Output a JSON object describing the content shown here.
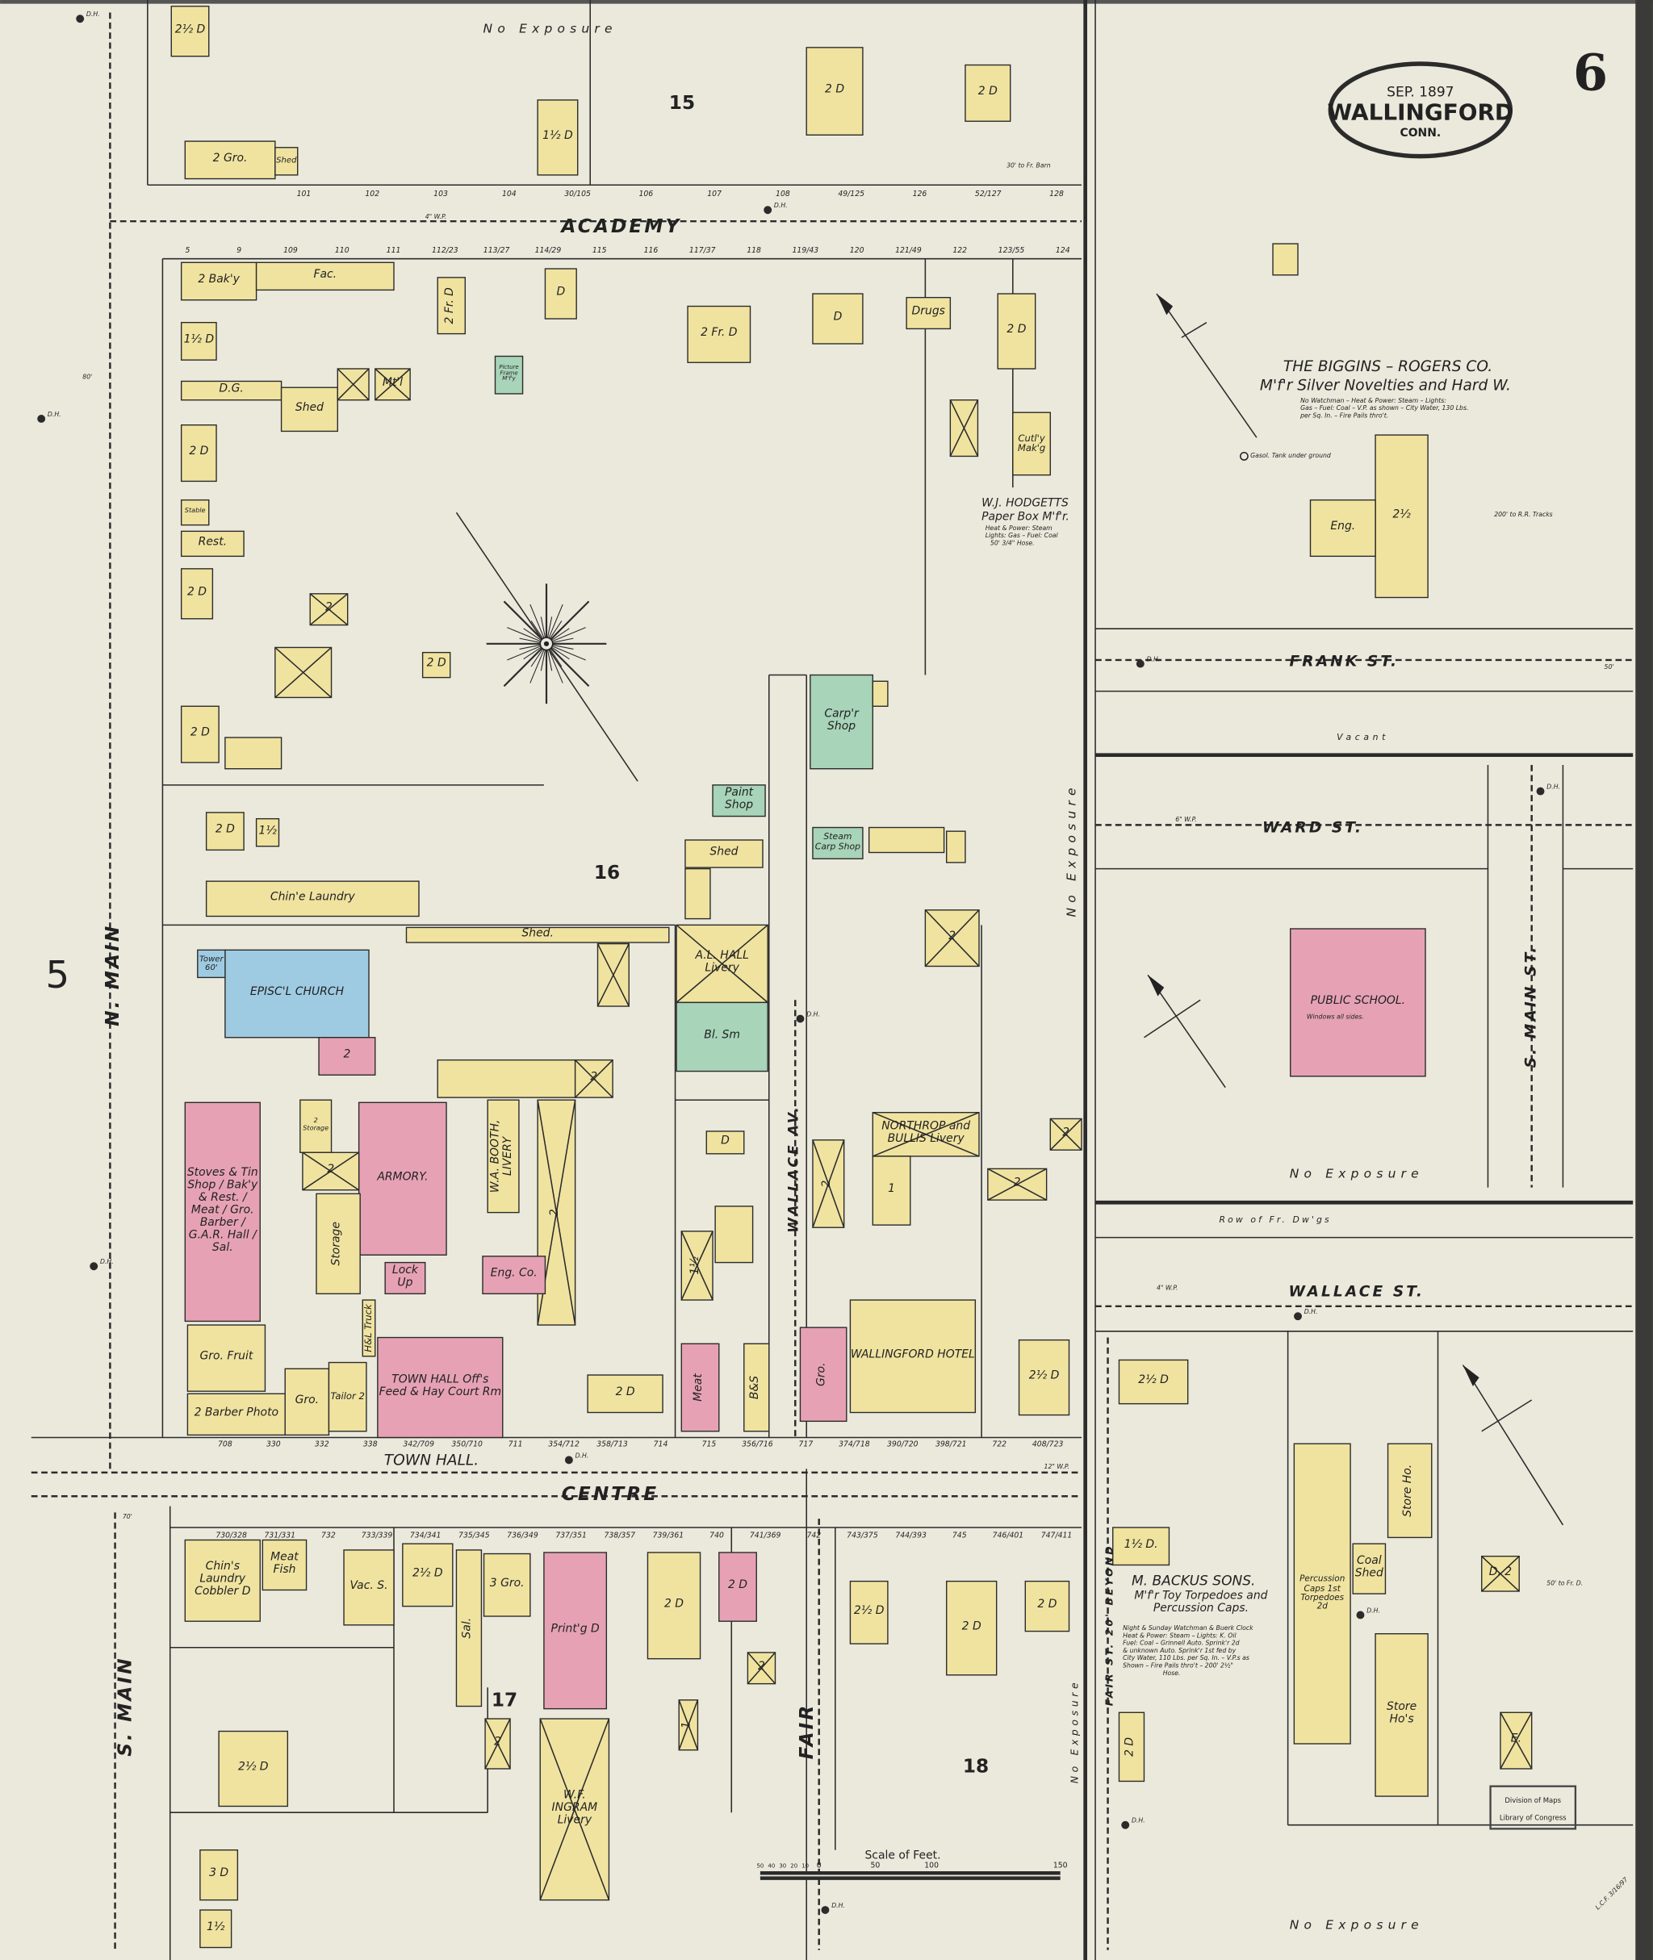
{
  "sheet": {
    "date": "SEP. 1897",
    "town": "WALLINGFORD",
    "state": "CONN.",
    "page_number": "6",
    "adjoining_page": "5"
  },
  "colors": {
    "paper": "#ebe9dc",
    "frame": "#f0e3a0",
    "brick": "#e6a2b4",
    "stone": "#9fcbe2",
    "special": "#a8d4b9",
    "ink": "#2b2b2b"
  },
  "streets": {
    "academy": "ACADEMY",
    "n_main": "N. MAIN",
    "s_main": "S. MAIN",
    "centre": "CENTRE",
    "fair": "FAIR",
    "wallace_av": "WALLACE AV.",
    "frank": "FRANK ST.",
    "ward": "WARD ST.",
    "wallace_st": "WALLACE ST.",
    "s_main_st": "S. MAIN ST.",
    "fair_st": "FAIR ST. 20' BEYOND",
    "town_hall": "TOWN HALL."
  },
  "blocks": [
    "15",
    "16",
    "17",
    "18"
  ],
  "notes": {
    "no_exposure": "No Exposure",
    "vacant": "Vacant",
    "row_dwellings": "Row of Fr. Dw'gs",
    "rr_tracks": "200' to R.R. Tracks",
    "public_school_note": "Windows all sides.",
    "gasol_tank": "Gasol. Tank under ground",
    "dh": "D.H.",
    "water_pipe_6": "6\" W.P.",
    "water_pipe_4": "4\" W.P.",
    "water_pipe_12": "12\" W.P.",
    "width_50": "50'",
    "width_70": "70'",
    "width_80": "80'",
    "fr_barn": "30' to Fr. Barn",
    "fr_d": "50' to Fr. D."
  },
  "firms": {
    "biggins": {
      "name": "THE BIGGINS – ROGERS CO.",
      "business": "M'f'r Silver Novelties and Hard W.",
      "details": [
        "No Watchman – Heat & Power: Steam – Lights:",
        "Gas – Fuel: Coal – V.P. as shown – City Water, 130 Lbs.",
        "per Sq. In. – Fire Pails thro't."
      ]
    },
    "hodgetts": {
      "name": "W.J. HODGETTS",
      "business": "Paper Box M'f'r.",
      "details": [
        "Heat & Power: Steam",
        "Lights: Gas – Fuel: Coal",
        "50' 3/4\" Hose."
      ]
    },
    "backus": {
      "name": "M. BACKUS SONS.",
      "business": "M'f'r Toy Torpedoes and Percussion Caps.",
      "details": [
        "Night & Sunday Watchman & Buerk Clock",
        "Heat & Power: Steam – Lights: K. Oil",
        "Fuel: Coal – Grinnell Auto. Sprink'r 2d",
        "& unknown Auto. Sprink'r 1st fed by",
        "City Water, 110 Lbs. per Sq. In. – V.P.s as",
        "Shown – Fire Pails thro't – 200' 2½\"",
        "Hose."
      ]
    }
  },
  "buildings": [
    {
      "label": "2½ D",
      "material": "frame"
    },
    {
      "label": "2 Gro.",
      "material": "frame"
    },
    {
      "label": "Shed",
      "material": "frame"
    },
    {
      "label": "1½ D",
      "material": "frame"
    },
    {
      "label": "2 D",
      "material": "frame"
    },
    {
      "label": "2 D",
      "material": "frame"
    },
    {
      "label": "2 Bak'y",
      "material": "frame"
    },
    {
      "label": "Fac.",
      "material": "frame"
    },
    {
      "label": "2 Fr. D",
      "material": "frame"
    },
    {
      "label": "D",
      "material": "frame"
    },
    {
      "label": "2 Fr. D",
      "material": "frame"
    },
    {
      "label": "D",
      "material": "frame"
    },
    {
      "label": "Drugs",
      "material": "frame"
    },
    {
      "label": "2 D",
      "material": "frame"
    },
    {
      "label": "1½ D",
      "material": "frame"
    },
    {
      "label": "D.G.",
      "material": "frame"
    },
    {
      "label": "Shed",
      "material": "frame"
    },
    {
      "label": "",
      "material": "frame"
    },
    {
      "label": "Mt'l",
      "material": "frame"
    },
    {
      "label": "Picture Frame M'f'y",
      "material": "special"
    },
    {
      "label": "2 D",
      "material": "frame"
    },
    {
      "label": "Stable",
      "material": "frame"
    },
    {
      "label": "Rest.",
      "material": "frame"
    },
    {
      "label": "2 D",
      "material": "frame"
    },
    {
      "label": "2",
      "material": "frame"
    },
    {
      "label": "",
      "material": "frame"
    },
    {
      "label": "2 D",
      "material": "frame"
    },
    {
      "label": "2 D",
      "material": "frame"
    },
    {
      "label": "",
      "material": "frame"
    },
    {
      "label": "",
      "material": "frame"
    },
    {
      "label": "Cutl'y Mak'g",
      "material": "frame"
    },
    {
      "label": "2 D",
      "material": "frame"
    },
    {
      "label": "1½",
      "material": "frame"
    },
    {
      "label": "Chin'e Laundry",
      "material": "frame"
    },
    {
      "label": "Carp'r Shop",
      "material": "special"
    },
    {
      "label": "",
      "material": "frame"
    },
    {
      "label": "Paint Shop",
      "material": "special"
    },
    {
      "label": "Shed",
      "material": "frame"
    },
    {
      "label": "",
      "material": "frame"
    },
    {
      "label": "Steam Carp Shop",
      "material": "special"
    },
    {
      "label": "",
      "material": "frame"
    },
    {
      "label": "",
      "material": "frame"
    },
    {
      "label": "2",
      "material": "frame"
    },
    {
      "label": "Shed.",
      "material": "frame"
    },
    {
      "label": "",
      "material": "frame"
    },
    {
      "label": "A.L. HALL Livery",
      "material": "frame"
    },
    {
      "label": "Bl. Sm",
      "material": "special"
    },
    {
      "label": "EPISC'L CHURCH",
      "material": "stone"
    },
    {
      "label": "Tower 60'",
      "material": "stone"
    },
    {
      "label": "2",
      "material": "brick"
    },
    {
      "label": "",
      "material": "frame"
    },
    {
      "label": "2",
      "material": "frame"
    },
    {
      "label": "W.A. BOOTH, LIVERY",
      "material": "frame"
    },
    {
      "label": "2",
      "material": "frame"
    },
    {
      "label": "ARMORY.",
      "material": "brick"
    },
    {
      "label": "2 Storage",
      "material": "frame"
    },
    {
      "label": "2",
      "material": "frame"
    },
    {
      "label": "Storage",
      "material": "frame"
    },
    {
      "label": "Stoves & Tin Shop / Bak'y & Rest. / Meat / Gro. Barber / G.A.R. Hall / Sal.",
      "material": "brick"
    },
    {
      "label": "Lock Up",
      "material": "brick"
    },
    {
      "label": "H&L Truck",
      "material": "frame"
    },
    {
      "label": "Eng. Co.",
      "material": "brick"
    },
    {
      "label": "TOWN HALL Off's Feed & Hay Court Rm",
      "material": "brick"
    },
    {
      "label": "Gro. Fruit",
      "material": "frame"
    },
    {
      "label": "2 Barber Photo",
      "material": "frame"
    },
    {
      "label": "Gro.",
      "material": "frame"
    },
    {
      "label": "Tailor 2",
      "material": "frame"
    },
    {
      "label": "2 D",
      "material": "frame"
    },
    {
      "label": "Meat",
      "material": "brick"
    },
    {
      "label": "B&S",
      "material": "frame"
    },
    {
      "label": "1½",
      "material": "frame"
    },
    {
      "label": "",
      "material": "frame"
    },
    {
      "label": "D",
      "material": "frame"
    },
    {
      "label": "Gro.",
      "material": "brick"
    },
    {
      "label": "WALLINGFORD HOTEL",
      "material": "frame"
    },
    {
      "label": "2",
      "material": "frame"
    },
    {
      "label": "NORTHROP and BULLIS Livery",
      "material": "frame"
    },
    {
      "label": "1",
      "material": "frame"
    },
    {
      "label": "2",
      "material": "frame"
    },
    {
      "label": "2",
      "material": "frame"
    },
    {
      "label": "2½ D",
      "material": "frame"
    },
    {
      "label": "",
      "material": "frame"
    },
    {
      "label": "2½",
      "material": "frame"
    },
    {
      "label": "Eng.",
      "material": "frame"
    },
    {
      "label": "PUBLIC SCHOOL.",
      "material": "brick"
    },
    {
      "label": "2½ D",
      "material": "frame"
    },
    {
      "label": "1½ D.",
      "material": "frame"
    },
    {
      "label": "Percussion Caps 1st Torpedoes 2d",
      "material": "frame"
    },
    {
      "label": "Store Ho.",
      "material": "frame"
    },
    {
      "label": "Coal Shed",
      "material": "frame"
    },
    {
      "label": "Store Ho's",
      "material": "frame"
    },
    {
      "label": "D. 2",
      "material": "frame"
    },
    {
      "label": "E.",
      "material": "frame"
    },
    {
      "label": "Chin's Laundry Cobbler D",
      "material": "frame"
    },
    {
      "label": "Meat Fish",
      "material": "frame"
    },
    {
      "label": "Vac. S.",
      "material": "frame"
    },
    {
      "label": "2½ D",
      "material": "frame"
    },
    {
      "label": "Sal.",
      "material": "frame"
    },
    {
      "label": "3 Gro.",
      "material": "frame"
    },
    {
      "label": "Print'g D",
      "material": "brick"
    },
    {
      "label": "2 D",
      "material": "frame"
    },
    {
      "label": "2 D",
      "material": "brick"
    },
    {
      "label": "2",
      "material": "frame"
    },
    {
      "label": "2",
      "material": "frame"
    },
    {
      "label": "W.F. INGRAM Livery",
      "material": "frame"
    },
    {
      "label": "1",
      "material": "frame"
    },
    {
      "label": "2½ D",
      "material": "frame"
    },
    {
      "label": "3 D",
      "material": "frame"
    },
    {
      "label": "1½",
      "material": "frame"
    },
    {
      "label": "2½ D",
      "material": "frame"
    },
    {
      "label": "2 D",
      "material": "frame"
    },
    {
      "label": "2 D",
      "material": "frame"
    },
    {
      "label": "2 D",
      "material": "frame"
    }
  ],
  "house_numbers": {
    "academy_north": [
      "101",
      "102",
      "103",
      "104",
      "30/105",
      "106",
      "107",
      "108",
      "49/125",
      "126",
      "52/127",
      "128"
    ],
    "academy_south": [
      "5",
      "9",
      "109",
      "110",
      "111",
      "112/23",
      "113/27",
      "114/29",
      "115",
      "116",
      "117/37",
      "118",
      "119/43",
      "120",
      "121/49",
      "122",
      "123/55",
      "124"
    ],
    "centre_north": [
      "708",
      "330",
      "332",
      "338",
      "342/709",
      "350/710",
      "711",
      "354/712",
      "358/713",
      "714",
      "715",
      "356/716",
      "717",
      "374/718",
      "390/720",
      "398/721",
      "722",
      "408/723"
    ],
    "centre_south": [
      "730/328",
      "731/331",
      "732",
      "733/339",
      "734/341",
      "735/345",
      "736/349",
      "737/351",
      "738/357",
      "739/361",
      "740",
      "741/369",
      "742",
      "743/375",
      "744/393",
      "745",
      "746/401",
      "747/411"
    ]
  },
  "scale": {
    "title": "Scale of Feet.",
    "ticks": [
      "50",
      "40",
      "30",
      "20",
      "10",
      "0",
      "50",
      "100",
      "150"
    ]
  },
  "stamp": {
    "line1": "Division of Maps",
    "line2": "Library of Congress"
  },
  "initials": "L.C.F. 3/16/97"
}
